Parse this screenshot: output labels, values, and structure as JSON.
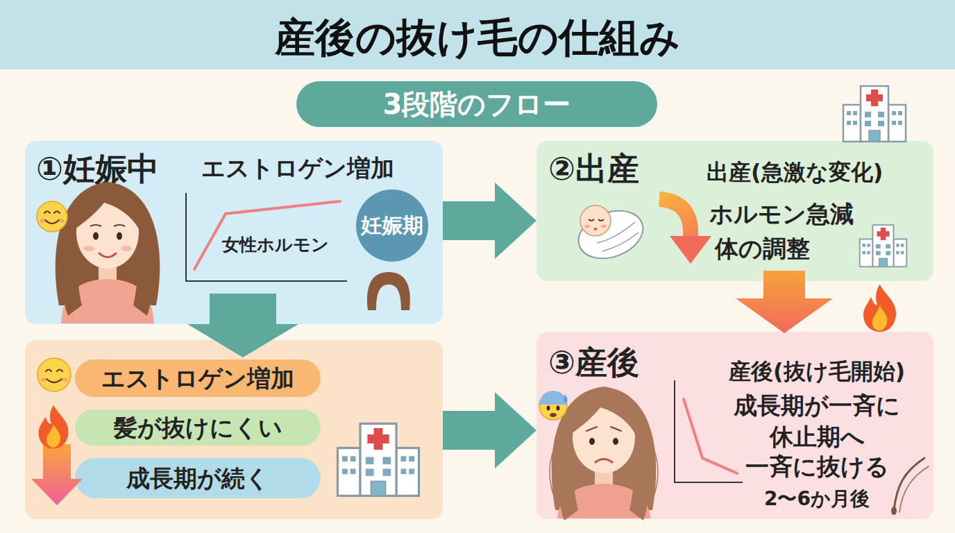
{
  "diagram": {
    "title": "産後の抜け毛の仕組み",
    "nodes": [
      {
        "text": [
          "3段階のフロー"
        ]
      },
      {
        "text": [
          "①妊娠中",
          "エストロゲン増加",
          "女性ホルモン"
        ]
      },
      {
        "text": [
          "妊娠期"
        ],
        "in": 1
      },
      {
        "text": [
          "②出産",
          "出産(急激な変化)",
          "ホルモン急減",
          "体の調整"
        ]
      },
      {
        "text": []
      },
      {
        "text": [
          "エストロゲン増加"
        ],
        "in": 4
      },
      {
        "text": [
          "髪が抜けにくい"
        ],
        "in": 4
      },
      {
        "text": [
          "成長期が続く"
        ],
        "in": 4
      },
      {
        "text": [
          "③産後",
          "産後(抜け毛開始)",
          "成長期が一斉に 休止期へ",
          "一斉に抜ける",
          "2〜6か月後"
        ]
      }
    ],
    "edges": [
      {
        "from": 1,
        "to": 3,
        "arrow": "to"
      },
      {
        "from": 1,
        "to": 4,
        "arrow": "to"
      },
      {
        "from": 3,
        "to": 8,
        "arrow": "to"
      },
      {
        "from": 4,
        "to": 8,
        "arrow": "to"
      }
    ]
  }
}
